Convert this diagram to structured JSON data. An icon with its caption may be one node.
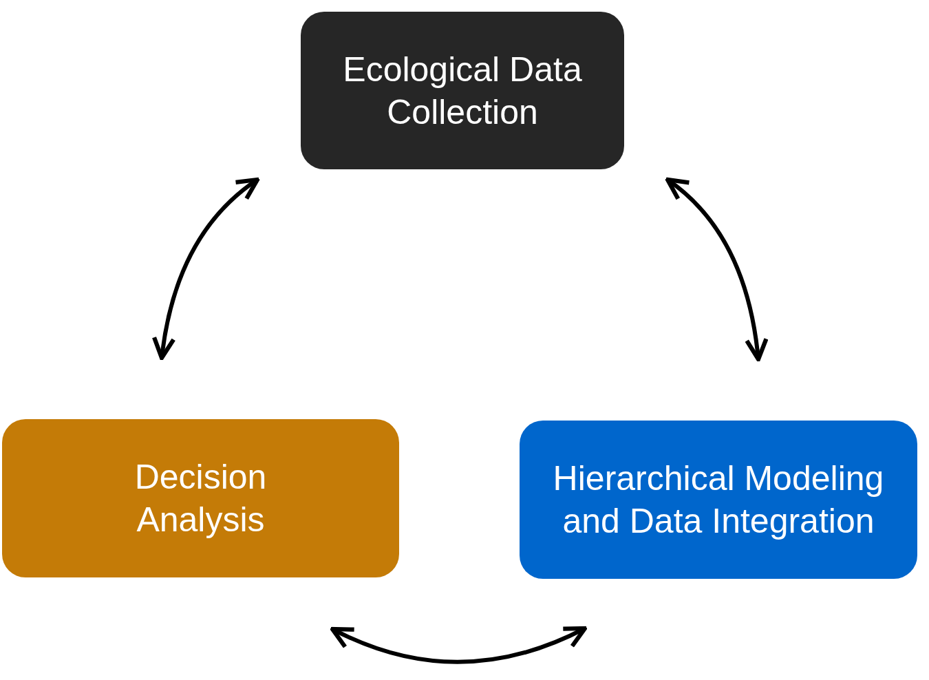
{
  "diagram": {
    "nodes": [
      {
        "text": [
          "Ecological Data Collection"
        ]
      },
      {
        "text": [
          "Hierarchical Modeling and Data Integration"
        ]
      },
      {
        "text": [
          "Decision Analysis"
        ]
      }
    ],
    "edges": [
      {
        "from": 0,
        "to": 2,
        "arrow": "both"
      },
      {
        "from": 0,
        "to": 1,
        "arrow": "both"
      },
      {
        "from": 2,
        "to": 1,
        "arrow": "both"
      }
    ]
  }
}
